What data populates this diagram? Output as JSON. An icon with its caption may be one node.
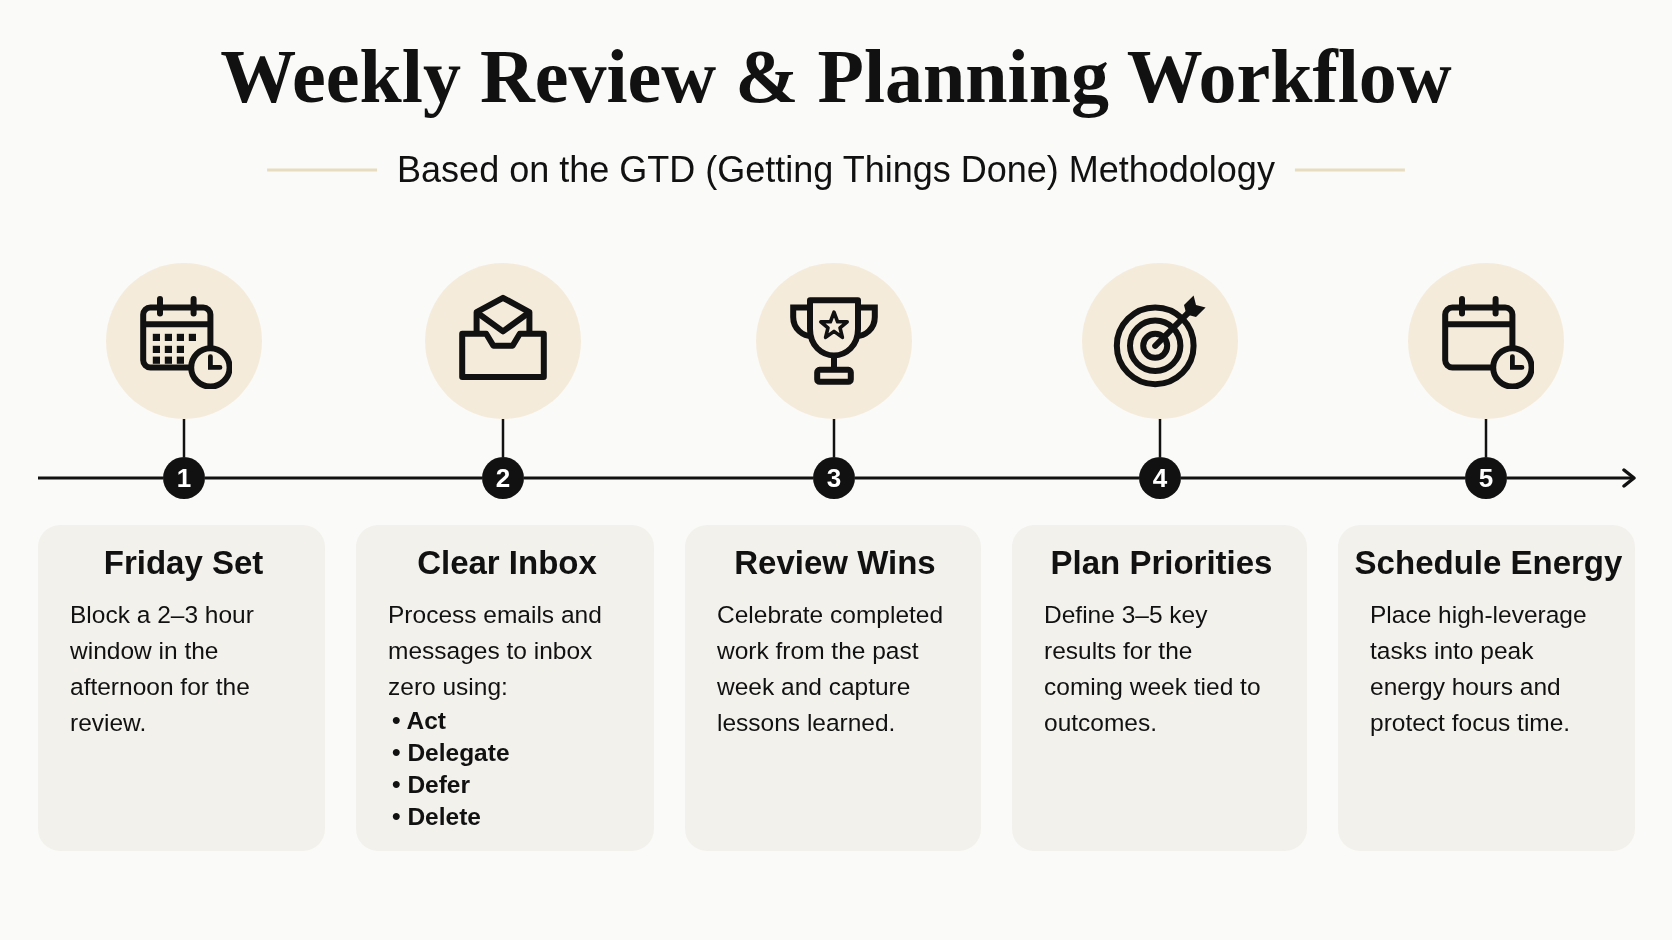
{
  "diagram": {
    "title": "Weekly Review & Planning Workflow",
    "nodes": [
      {
        "text": [],
        "shape": "circle"
      },
      {
        "text": [],
        "shape": "circle"
      },
      {
        "text": [],
        "shape": "circle"
      },
      {
        "text": [],
        "shape": "circle"
      },
      {
        "text": [],
        "shape": "circle"
      },
      {
        "text": [
          "1"
        ]
      },
      {
        "text": [
          "2"
        ]
      },
      {
        "text": [
          "3"
        ]
      },
      {
        "text": [
          "4"
        ]
      },
      {
        "text": [
          "5"
        ]
      },
      {
        "text": [
          "Friday Set",
          "Block a 2–3 hour window in the afternoon for the review."
        ]
      },
      {
        "text": [
          "Clear Inbox",
          "Process emails and messages to inbox zero using:",
          "• Act",
          "• Delegate",
          "• Defer",
          "• Delete"
        ]
      },
      {
        "text": [
          "Review Wins",
          "Celebrate completed work from the past week and capture lessons learned."
        ]
      },
      {
        "text": [
          "Plan Priorities",
          "Define 3–5 key results for the coming week tied to outcomes."
        ]
      },
      {
        "text": [
          "Schedule Energy",
          "Place high-leverage tasks into peak energy hours and protect focus time."
        ]
      }
    ],
    "edges": [
      {
        "from": 0,
        "to": 5,
        "arrow": "none"
      },
      {
        "from": 1,
        "to": 6,
        "arrow": "none"
      },
      {
        "from": 2,
        "to": 7,
        "arrow": "none"
      },
      {
        "from": 3,
        "to": 8,
        "arrow": "none"
      },
      {
        "from": 4,
        "to": 9,
        "arrow": "none"
      },
      {
        "from": null,
        "to": 5,
        "arrow": "none"
      },
      {
        "from": 5,
        "to": 6,
        "arrow": "none"
      },
      {
        "from": 6,
        "to": 7,
        "arrow": "none"
      },
      {
        "from": 7,
        "to": 8,
        "arrow": "none"
      },
      {
        "from": 8,
        "to": 9,
        "arrow": "none"
      },
      {
        "from": 9,
        "to": null,
        "arrow": "to"
      }
    ],
    "labels": [
      "Based on the GTD (Getting Things Done) Methodology"
    ]
  }
}
